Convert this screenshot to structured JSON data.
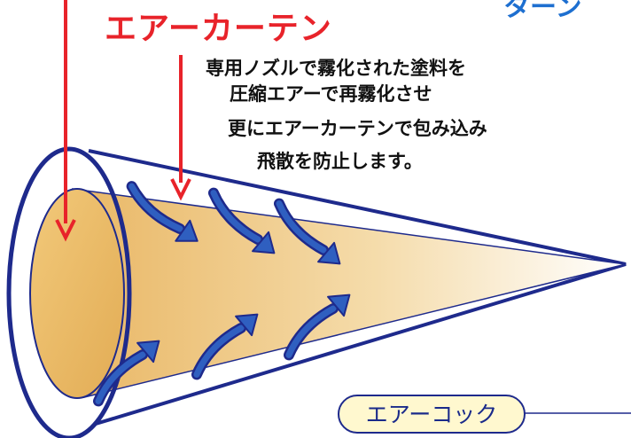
{
  "title": "エアーカーテン",
  "corner_label": "ターン",
  "description_lines": [
    "専用ノズルで霧化された塗料を",
    "圧縮エアーで再霧化させ",
    "更にエアーカーテンで包み込み",
    "飛散を防止します。"
  ],
  "pill_label": "エアーコック",
  "colors": {
    "red_arrow": "#e8232a",
    "cone_outline": "#1e2a8c",
    "blue_arrow_fill": "#2f5fc0",
    "paint_gradient_start": "#e9b765",
    "paint_gradient_end": "#ffffff",
    "pill_border": "#1e2a8c",
    "pill_fill": "#fff8cf",
    "corner_text": "#1d6fd0"
  }
}
